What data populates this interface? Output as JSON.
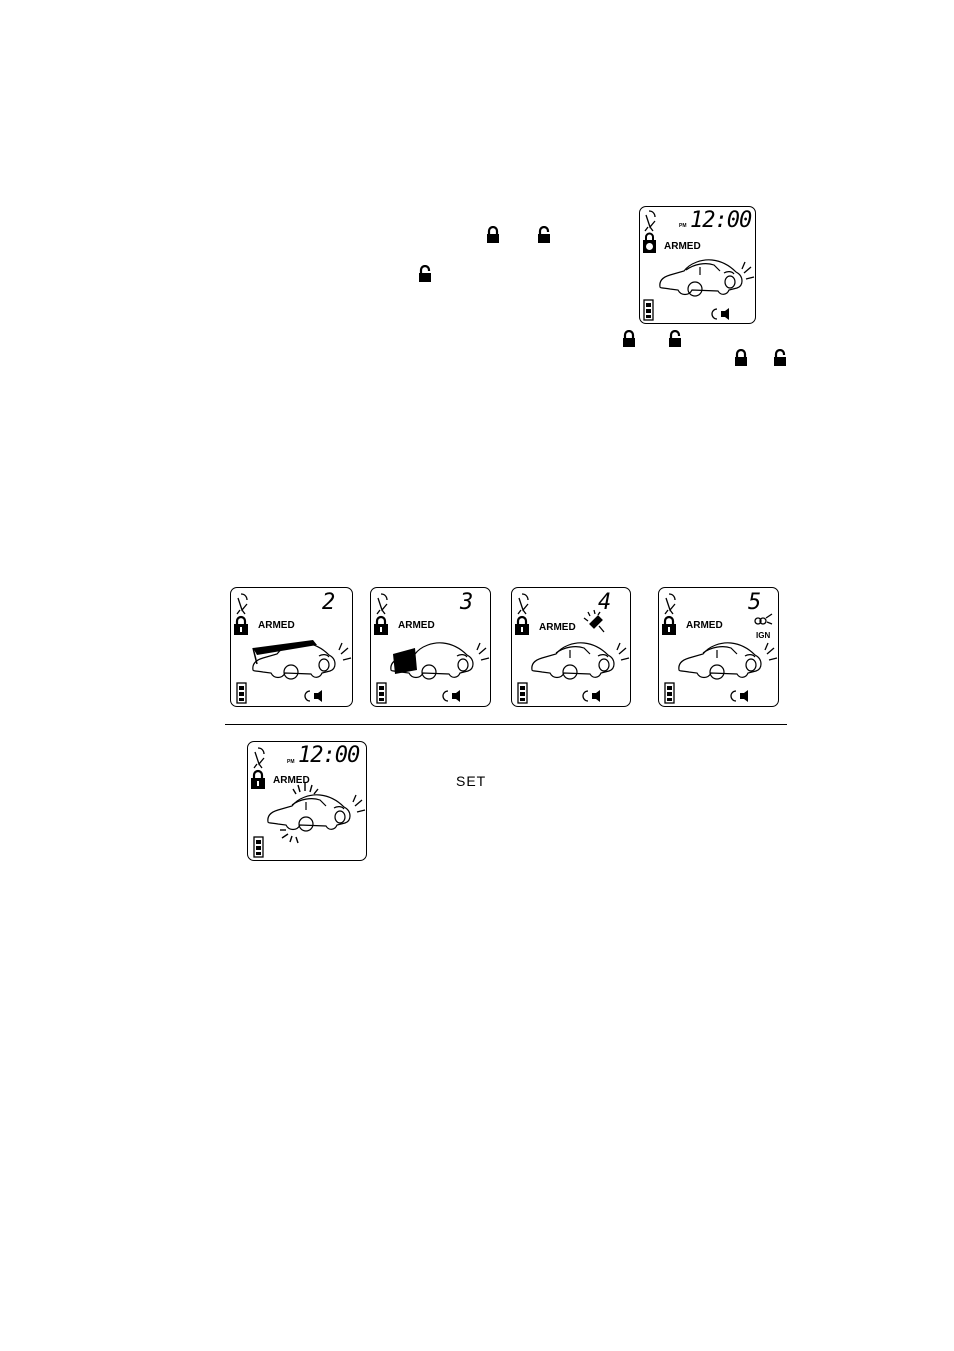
{
  "main_display": {
    "pm": "PM",
    "time": "12:00",
    "status": "ARMED"
  },
  "zone_displays": [
    {
      "zone": "2",
      "status": "ARMED",
      "trigger_icon": "hood-open"
    },
    {
      "zone": "3",
      "status": "ARMED",
      "trigger_icon": "door-open"
    },
    {
      "zone": "4",
      "status": "ARMED",
      "trigger_icon": "shock-sensor-icon"
    },
    {
      "zone": "5",
      "status": "ARMED",
      "trigger_icon": "ignition-icon",
      "extra_label": "IGN"
    }
  ],
  "alarm_display": {
    "pm": "PM",
    "time": "12:00",
    "status": "ARMED"
  },
  "set_label": "SET"
}
